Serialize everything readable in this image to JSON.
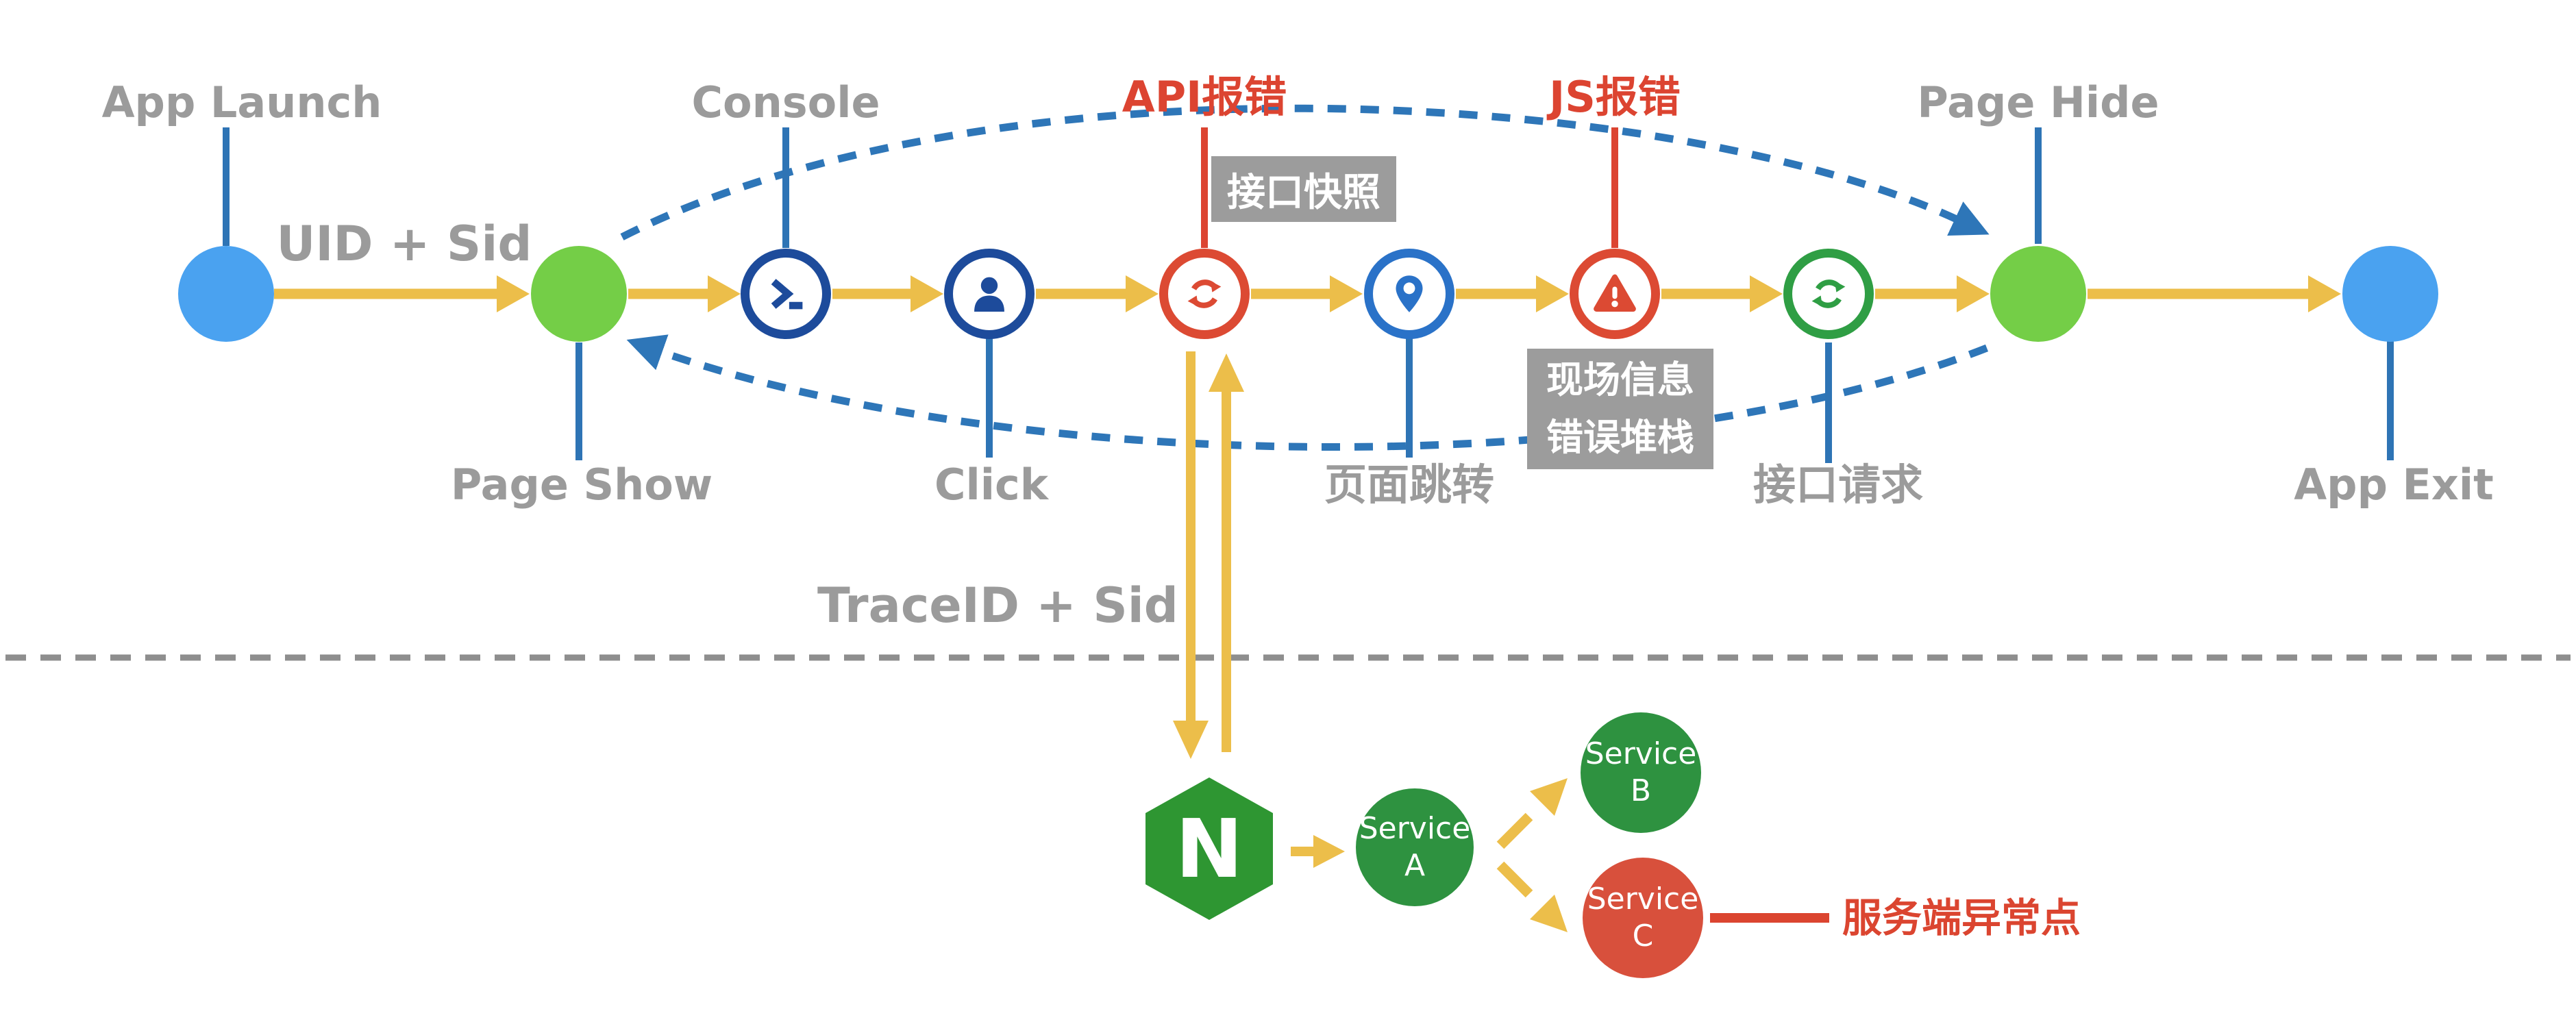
{
  "diagram_title": "app-session-trace-flow",
  "colors": {
    "node_blue": "#4AA2F0",
    "node_green": "#74CE47",
    "ring_navy": "#1D4B9B",
    "ring_red": "#DC4A33",
    "ring_blue": "#2A72C8",
    "ring_green": "#2F9E44",
    "arrow_yellow": "#ECBE4A",
    "connector_blue": "#2E74B5",
    "connector_red": "#DC4431",
    "dotted_blue": "#2E76B8",
    "gray_text": "#9B9B9B",
    "gray_box": "#9C9C9C",
    "divider_gray": "#8E8E8E",
    "nginx_green": "#2E9632",
    "service_green": "#2E9240",
    "service_red": "#D8503C",
    "annotation_red": "#DB4530"
  },
  "timeline": {
    "uid_sid": "UID + Sid",
    "trace_sid": "TraceID + Sid",
    "labels": {
      "app_launch": "App Launch",
      "page_show": "Page Show",
      "console": "Console",
      "click": "Click",
      "api_error": "API报错",
      "page_jump": "页面跳转",
      "js_error": "JS报错",
      "api_request": "接口请求",
      "page_hide": "Page Hide",
      "app_exit": "App Exit"
    },
    "callouts": {
      "api_snapshot": "接口快照",
      "scene_line1": "现场信息",
      "scene_line2": "错误堆栈"
    },
    "icons": {
      "console": "terminal-icon",
      "click": "user-icon",
      "api_error": "sync-icon",
      "page_jump": "pin-icon",
      "js_error": "warning-icon",
      "api_request": "sync-icon"
    }
  },
  "backend": {
    "nginx_letter": "N",
    "services": [
      {
        "lines": [
          "Service",
          "A"
        ],
        "color": "#2E9240"
      },
      {
        "lines": [
          "Service",
          "B"
        ],
        "color": "#2E9240"
      },
      {
        "lines": [
          "Service",
          "C"
        ],
        "color": "#D8503C"
      }
    ],
    "annotation": "服务端异常点"
  }
}
